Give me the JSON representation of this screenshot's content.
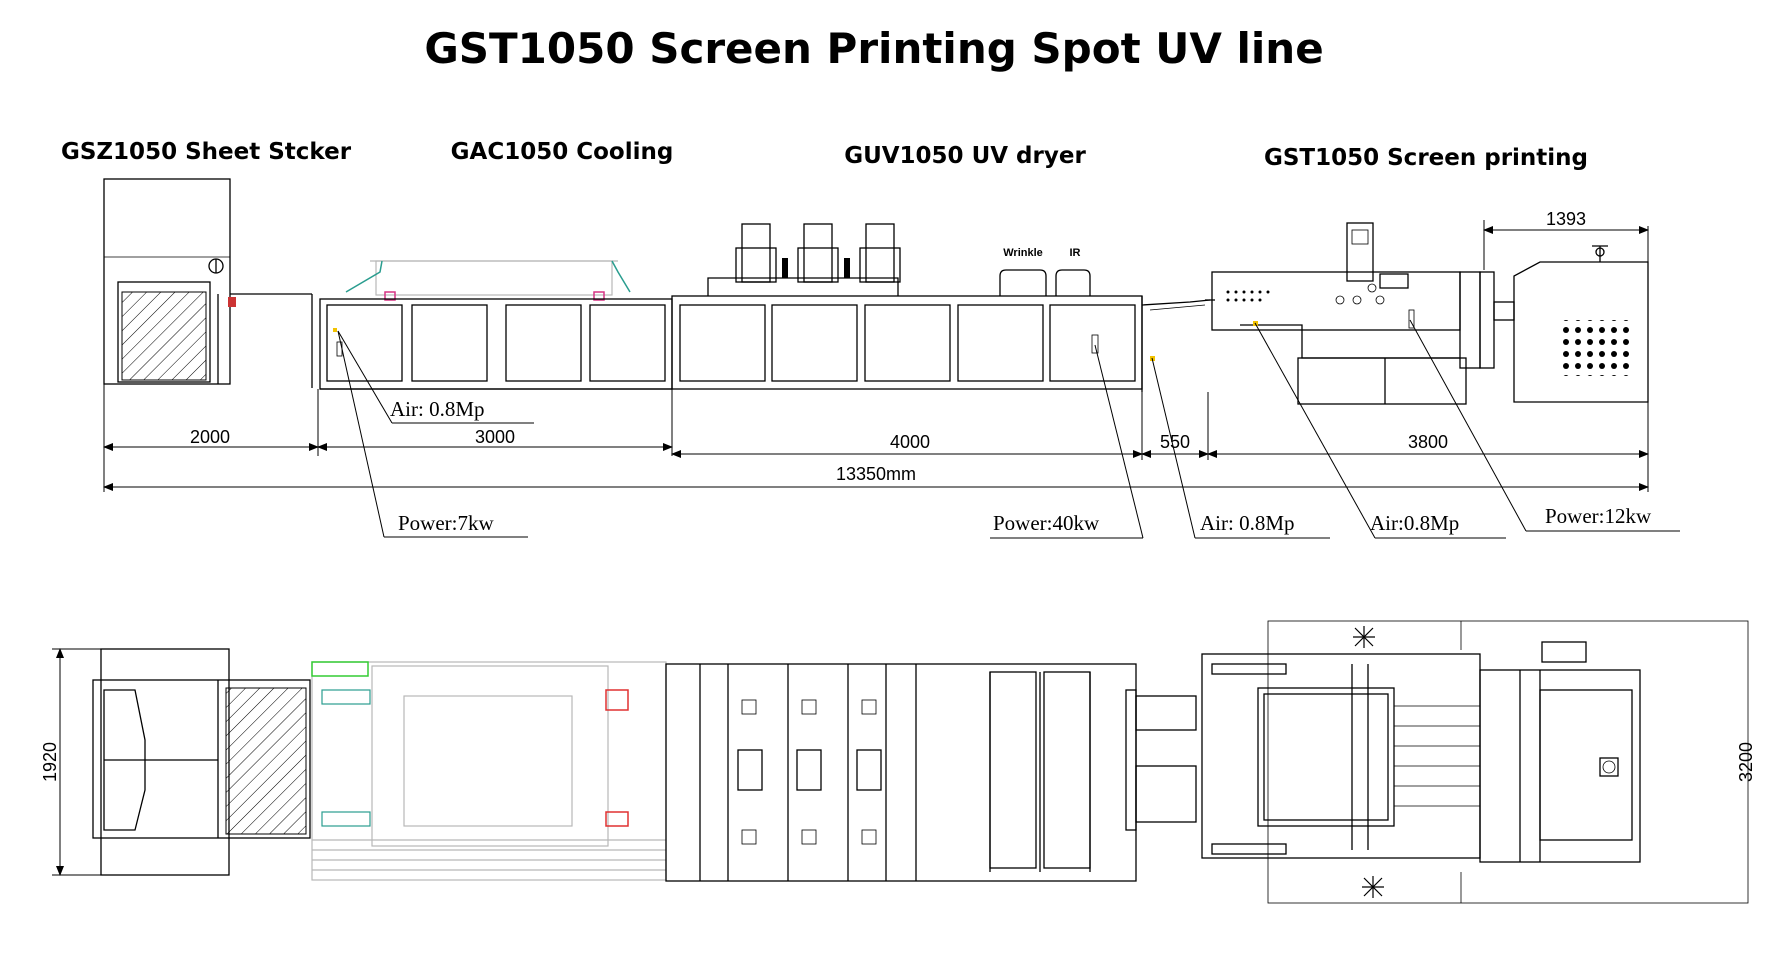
{
  "title": "GST1050 Screen Printing Spot UV line",
  "sections": {
    "stacker": "GSZ1050 Sheet Stcker",
    "cooling": "GAC1050 Cooling",
    "dryer": "GUV1050 UV dryer",
    "screen": "GST1050 Screen printing"
  },
  "dryer_labels": {
    "wrinkle": "Wrinkle",
    "ir": "IR"
  },
  "dimensions": {
    "stacker": "2000",
    "cooling": "3000",
    "dryer": "4000",
    "gap": "550",
    "screen": "3800",
    "total": "13350mm",
    "feeder": "1393",
    "width_left": "1920",
    "width_right": "3200"
  },
  "callouts": {
    "air_cooling": "Air: 0.8Mp",
    "power_cooling": "Power:7kw",
    "power_dryer": "Power:40kw",
    "air_transfer": "Air: 0.8Mp",
    "air_screen": "Air:0.8Mp",
    "power_screen": "Power:12kw"
  }
}
